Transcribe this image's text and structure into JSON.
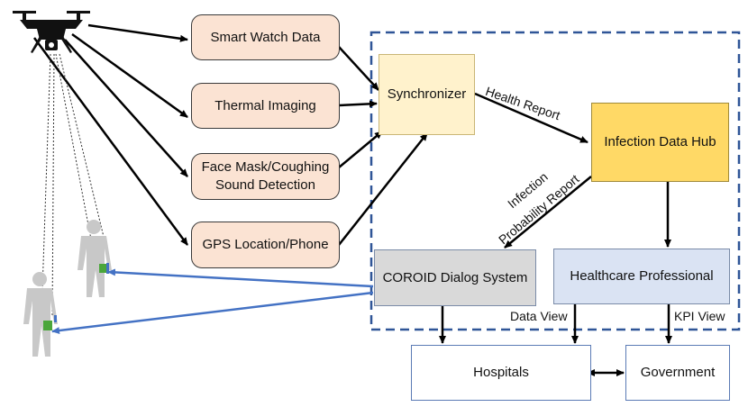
{
  "nodes": {
    "smart_watch": "Smart Watch Data",
    "thermal": "Thermal Imaging",
    "face_mask_line1": "Face Mask/Coughing",
    "face_mask_line2": "Sound Detection",
    "gps": "GPS Location/Phone",
    "synchronizer": "Synchronizer",
    "infection_hub": "Infection Data Hub",
    "dialog_system": "COROID Dialog System",
    "healthcare": "Healthcare Professional",
    "hospitals": "Hospitals",
    "government": "Government"
  },
  "edge_labels": {
    "health_report": "Health Report",
    "infection_line1": "Infection",
    "infection_line2": "Probability Report",
    "data_view": "Data View",
    "kpi_view": "KPI View"
  },
  "colors": {
    "input_fill": "#fbe3d3",
    "sync_fill": "#fff2cc",
    "hub_fill": "#ffd966",
    "dialog_fill": "#d9d9d9",
    "hcp_fill": "#dae3f3",
    "boundary": "#2f5597",
    "blue_link": "#4472c4",
    "sensor_green": "#4aa63a"
  },
  "icons": [
    "drone-icon",
    "person-silhouette-icon",
    "wearable-sensor-icon"
  ]
}
